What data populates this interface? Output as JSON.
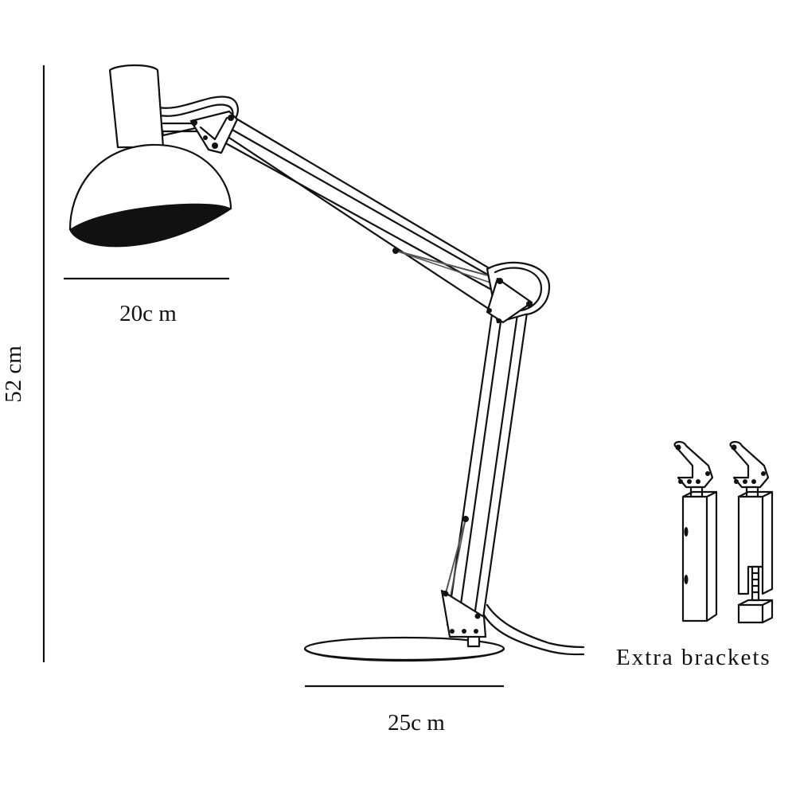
{
  "dimensions": {
    "height_label": "52 cm",
    "shade_width_label": "20c m",
    "base_width_label": "25c m"
  },
  "caption": {
    "extra_brackets": "Extra brackets"
  },
  "colors": {
    "ink": "#111111",
    "background": "#ffffff"
  }
}
